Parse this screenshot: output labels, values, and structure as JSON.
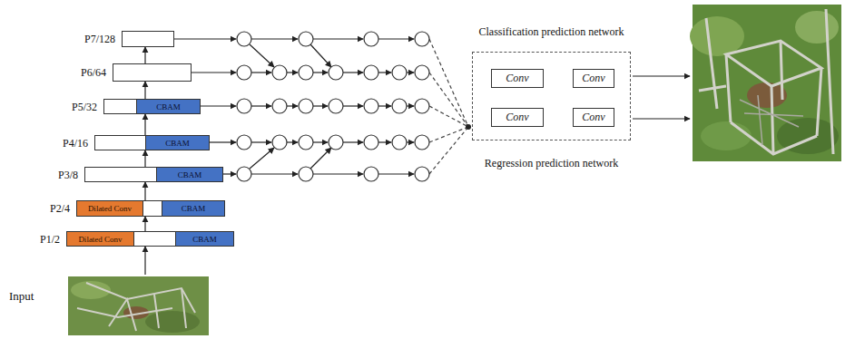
{
  "diagram": {
    "nodes": [
      {
        "text": [
          "P7/128"
        ]
      },
      {
        "text": [
          "P6/64"
        ]
      },
      {
        "text": [
          "P5/32"
        ]
      },
      {
        "text": [
          "CBAM"
        ],
        "in": 2
      },
      {
        "text": [
          "P4/16"
        ]
      },
      {
        "text": [
          "CBAM"
        ],
        "in": 4
      },
      {
        "text": [
          "P3/8"
        ]
      },
      {
        "text": [
          "CBAM"
        ],
        "in": 6
      },
      {
        "text": [
          "P2/4"
        ]
      },
      {
        "text": [
          "Dilated Conv"
        ],
        "in": 8
      },
      {
        "text": [
          "CBAM"
        ],
        "in": 8
      },
      {
        "text": [
          "P1/2"
        ]
      },
      {
        "text": [
          "Dilated Conv"
        ],
        "in": 11
      },
      {
        "text": [
          "CBAM"
        ],
        "in": 11
      },
      {
        "text": [
          "Input"
        ]
      },
      {
        "text": [
          "Classification prediction network",
          "Regression prediction network"
        ]
      },
      {
        "text": [
          "Conv"
        ],
        "in": 15
      },
      {
        "text": [
          "Conv"
        ],
        "in": 15
      },
      {
        "text": [
          "Conv"
        ],
        "in": 15
      },
      {
        "text": [
          "Conv"
        ],
        "in": 15
      }
    ],
    "edges": [
      {
        "from": 14,
        "to": 11,
        "arrow": "to"
      },
      {
        "from": 11,
        "to": 8,
        "arrow": "to"
      },
      {
        "from": 8,
        "to": 6,
        "arrow": "to"
      },
      {
        "from": 6,
        "to": 4,
        "arrow": "to"
      },
      {
        "from": 4,
        "to": 2,
        "arrow": "to"
      },
      {
        "from": 2,
        "to": 1,
        "arrow": "to"
      },
      {
        "from": 1,
        "to": 0,
        "arrow": "to"
      }
    ]
  }
}
